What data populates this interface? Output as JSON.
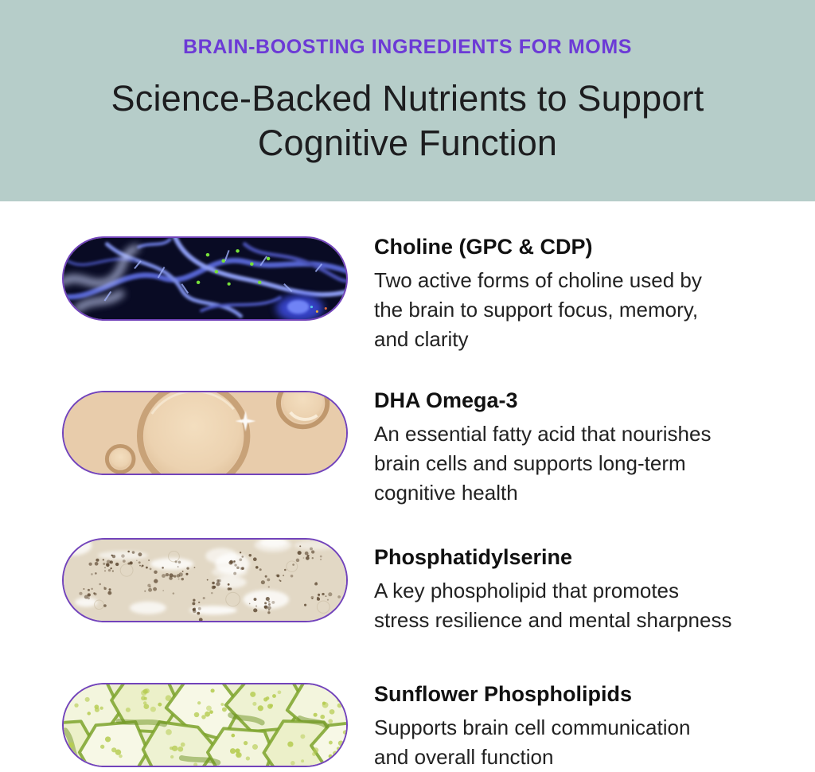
{
  "header": {
    "eyebrow": "BRAIN-BOOSTING INGREDIENTS FOR MOMS",
    "title_line1": "Science-Backed Nutrients to Support",
    "title_line2": "Cognitive Function"
  },
  "colors": {
    "header_bg": "#b6cdc9",
    "eyebrow_text": "#6c3ad6",
    "heading_text": "#1d1d1f",
    "body_text": "#222222",
    "pill_border": "#7243bb",
    "page_bg": "#ffffff"
  },
  "ingredients": [
    {
      "name": "Choline (GPC & CDP)",
      "description": "Two active forms of choline used by\nthe brain to support focus, memory,\nand clarity",
      "image": "blue-neurons-micrograph"
    },
    {
      "name": "DHA Omega-3",
      "description": "An essential fatty acid that nourishes\nbrain cells and supports long-term\ncognitive health",
      "image": "oil-droplets"
    },
    {
      "name": "Phosphatidylserine",
      "description": "A key phospholipid that promotes\nstress resilience and mental sharpness",
      "image": "tissue-micrograph"
    },
    {
      "name": "Sunflower Phospholipids",
      "description": "Supports brain cell communication\nand overall function",
      "image": "plant-cells-micrograph"
    }
  ]
}
